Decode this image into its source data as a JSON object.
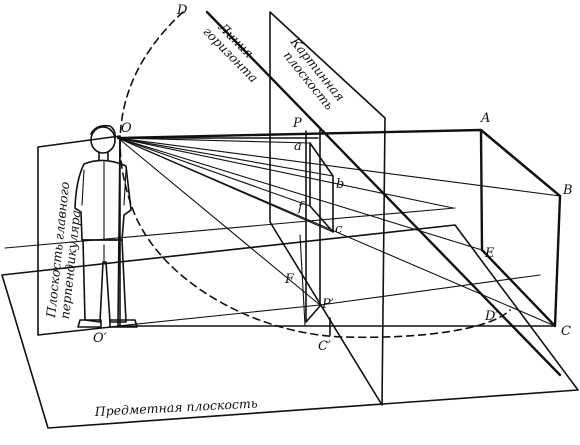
{
  "labels": {
    "horizon_line": [
      "Линия",
      "горизонта"
    ],
    "picture_plane": [
      "Картинная",
      "плоскость"
    ],
    "principal_perpendicular_plane": [
      "Плоскость главного",
      "перпендикуляра"
    ],
    "object_plane": "Предметная плоскость"
  },
  "points": {
    "D": "D",
    "O": "O",
    "P": "P",
    "A": "A",
    "B": "B",
    "C": "C",
    "a": "a",
    "b": "b",
    "c": "c",
    "f": "f",
    "E": "E",
    "F": "F",
    "O_prime": "O′",
    "P_prime": "P′",
    "C_prime": "C′",
    "D_prime": "D′"
  },
  "colors": {
    "ink": "#111111",
    "paper": "#ffffff"
  }
}
